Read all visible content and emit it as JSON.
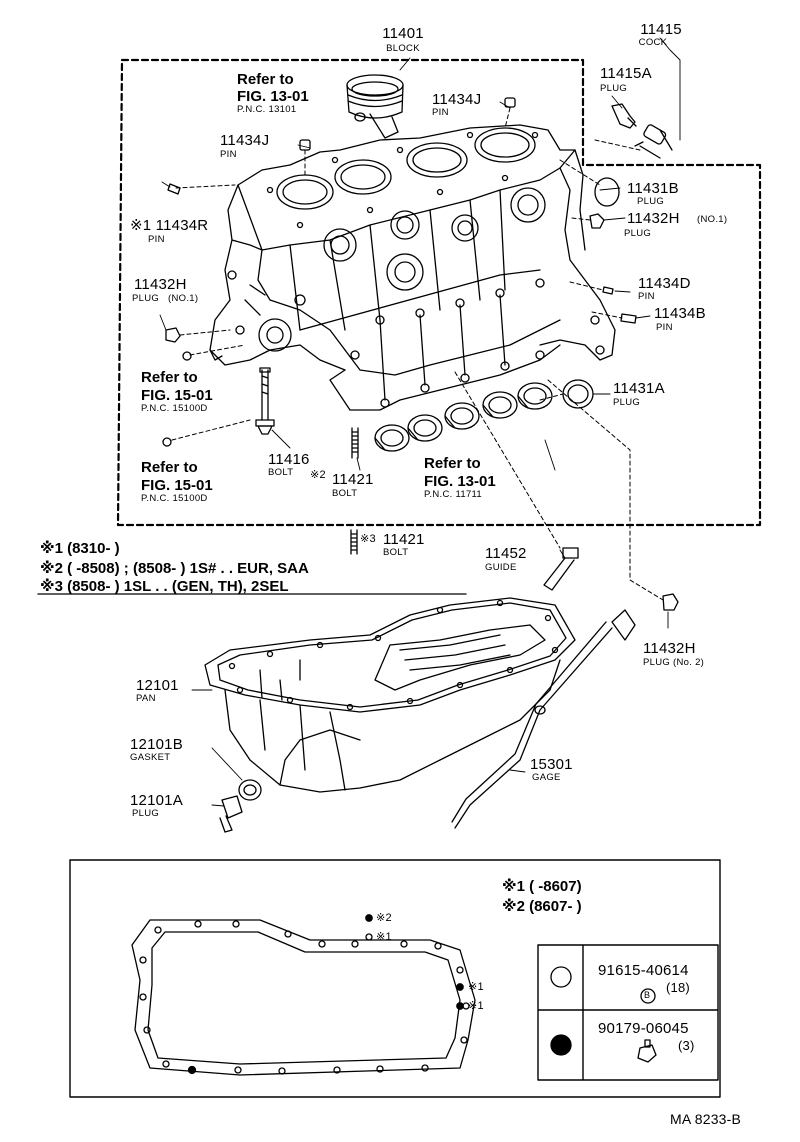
{
  "figure_code": "MA 8233-B",
  "parts": {
    "block": {
      "number": "11401",
      "name": "BLOCK"
    },
    "cock": {
      "number": "11415",
      "name": "COCK"
    },
    "plug_11415a": {
      "number": "11415A",
      "name": "PLUG"
    },
    "pin_11434j_top": {
      "number": "11434J",
      "name": "PIN"
    },
    "pin_11434j_left": {
      "number": "11434J",
      "name": "PIN"
    },
    "pin_11434r": {
      "number": "※1 11434R",
      "name": "PIN"
    },
    "plug_11431b": {
      "number": "11431B",
      "name": "PLUG"
    },
    "plug_11432h_no1_right": {
      "number": "11432H",
      "note": "(NO.1)",
      "name": "PLUG"
    },
    "plug_11432h_no1_left": {
      "number": "11432H",
      "name": "PLUG",
      "note": "(NO.1)"
    },
    "pin_11434d": {
      "number": "11434D",
      "name": "PIN"
    },
    "pin_11434b": {
      "number": "11434B",
      "name": "PIN"
    },
    "plug_11431a": {
      "number": "11431A",
      "name": "PLUG"
    },
    "bolt_11416": {
      "number": "11416",
      "name": "BOLT"
    },
    "bolt_11421": {
      "number": "11421",
      "name": "BOLT",
      "mark": "※2"
    },
    "bolt_11421_b": {
      "number": "11421",
      "name": "BOLT",
      "mark": "※3"
    },
    "guide_11452": {
      "number": "11452",
      "name": "GUIDE"
    },
    "plug_11432h_no2": {
      "number": "11432H",
      "name": "PLUG (No. 2)"
    },
    "pan": {
      "number": "12101",
      "name": "PAN"
    },
    "gasket": {
      "number": "12101B",
      "name": "GASKET"
    },
    "plug_12101a": {
      "number": "12101A",
      "name": "PLUG"
    },
    "gage": {
      "number": "15301",
      "name": "GAGE"
    }
  },
  "refs": {
    "piston": {
      "l1": "Refer to",
      "l2": "FIG. 13-01",
      "l3": "P.N.C. 13101"
    },
    "fig15_a": {
      "l1": "Refer to",
      "l2": "FIG. 15-01",
      "l3": "P.N.C. 15100D"
    },
    "fig15_b": {
      "l1": "Refer to",
      "l2": "FIG. 15-01",
      "l3": "P.N.C. 15100D"
    },
    "bearing": {
      "l1": "Refer to",
      "l2": "FIG. 13-01",
      "l3": "P.N.C. 11711"
    }
  },
  "notes": {
    "n1": "※1 (8310-        )",
    "n2": "※2 (        -8508) ; (8508-        ) 1S# . . EUR, SAA",
    "n3": "※3 (8508-        ) 1SL . . (GEN, TH), 2SEL"
  },
  "inset": {
    "note1": "※1 (        -8607)",
    "note2": "※2 (8607-        )",
    "mark2": "※2",
    "mark1": "※1",
    "legend": [
      {
        "part": "91615-40614",
        "qty": "(18)",
        "badge": "B"
      },
      {
        "part": "90179-06045",
        "qty": "(3)"
      }
    ]
  }
}
